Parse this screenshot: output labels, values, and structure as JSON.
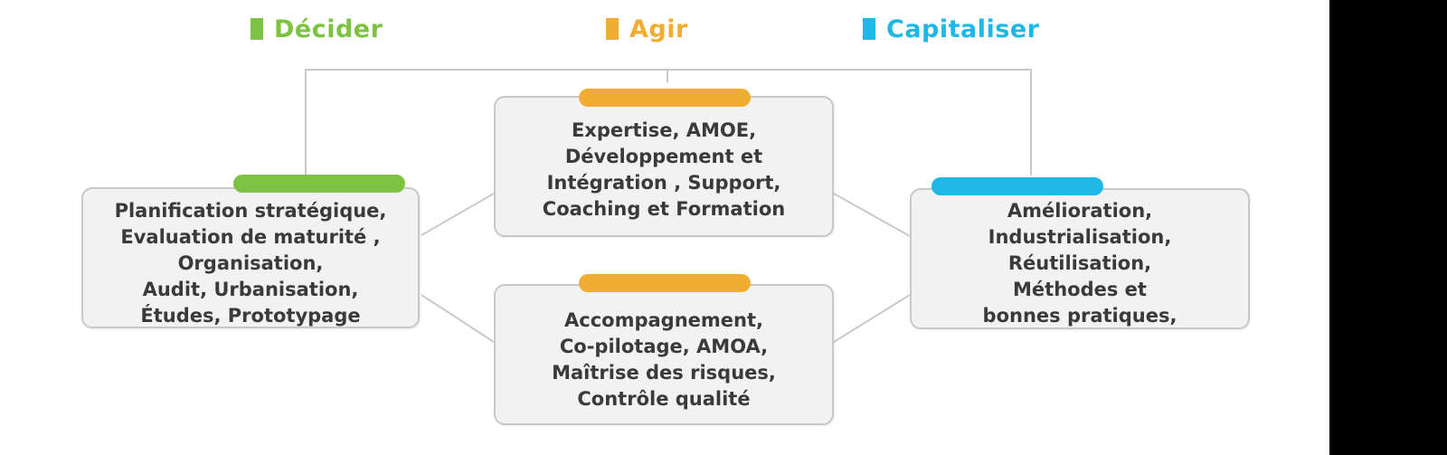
{
  "colors": {
    "decider": "#7dc242",
    "agir": "#f0ad32",
    "capitaliser": "#1fb8e6",
    "box_bg": "#f2f2f2",
    "box_border": "#c8c8c8",
    "text": "#3a3a3a",
    "connector": "#c9c9c9"
  },
  "legend": {
    "decider": "Décider",
    "agir": "Agir",
    "capitaliser": "Capitaliser"
  },
  "boxes": {
    "decider": {
      "lines": [
        "Planification stratégique,",
        "Evaluation de maturité ,",
        "Organisation,",
        "Audit, Urbanisation,",
        "Études, Prototypage"
      ]
    },
    "agir_top": {
      "lines": [
        "Expertise, AMOE,",
        "Développement et",
        "Intégration , Support,",
        "Coaching et Formation"
      ]
    },
    "agir_bottom": {
      "lines": [
        "Accompagnement,",
        "Co-pilotage, AMOA,",
        "Maîtrise des risques,",
        "Contrôle qualité"
      ]
    },
    "capitaliser": {
      "lines": [
        "Amélioration,",
        "Industrialisation,",
        "Réutilisation,",
        "Méthodes et",
        "bonnes pratiques,"
      ]
    }
  }
}
